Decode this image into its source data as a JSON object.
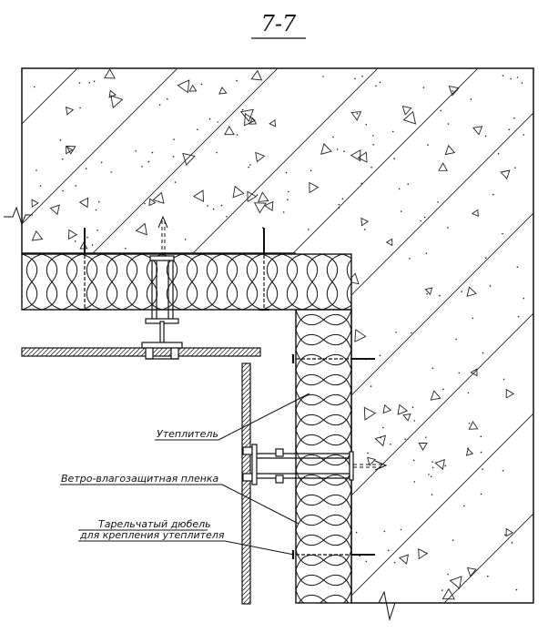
{
  "drawing": {
    "section_title": "7-7",
    "labels": {
      "insulation": "Утеплитель",
      "membrane": "Ветро-влагозащитная пленка",
      "dowel_line1": "Тарельчатый дюбель",
      "dowel_line2": "для крепления утеплителя"
    }
  }
}
